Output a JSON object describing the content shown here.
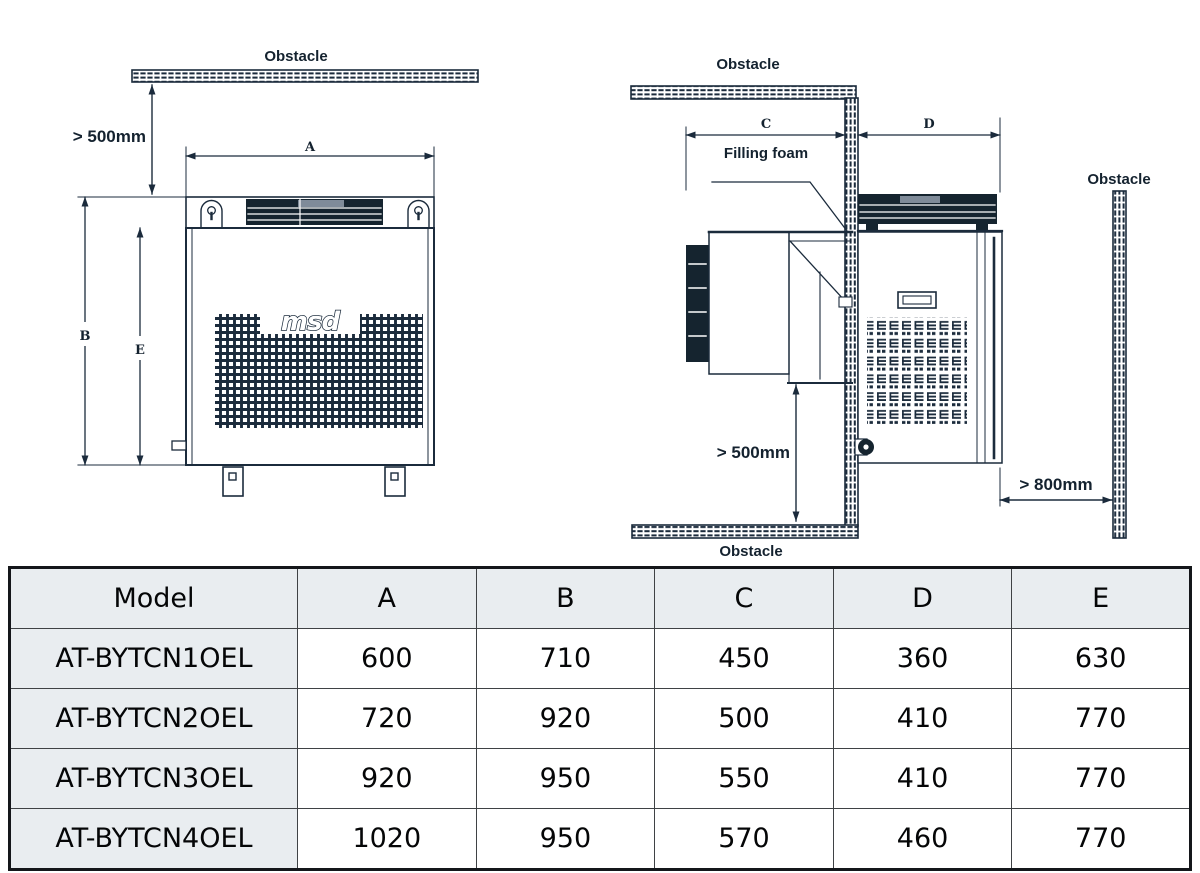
{
  "page": {
    "ink": "#1b2b3c",
    "fill_dark": "#15242f",
    "table_header_bg": "#e9edf0"
  },
  "front_view": {
    "obstacle_top_label": "Obstacle",
    "clearance_top_label": "> 500mm",
    "dim_width_label": "A",
    "dim_height_outer_label": "B",
    "dim_height_inner_label": "E",
    "logo_text": "msd"
  },
  "side_view": {
    "obstacle_top_label": "Obstacle",
    "obstacle_bottom_label": "Obstacle",
    "obstacle_right_label": "Obstacle",
    "filling_foam_label": "Filling foam",
    "dim_inside_label": "C",
    "dim_outside_label": "D",
    "clearance_bottom_label": "> 500mm",
    "clearance_right_label": "> 800mm"
  },
  "table": {
    "columns": [
      "Model",
      "A",
      "B",
      "C",
      "D",
      "E"
    ],
    "rows": [
      [
        "AT-BYTCN1OEL",
        "600",
        "710",
        "450",
        "360",
        "630"
      ],
      [
        "AT-BYTCN2OEL",
        "720",
        "920",
        "500",
        "410",
        "770"
      ],
      [
        "AT-BYTCN3OEL",
        "920",
        "950",
        "550",
        "410",
        "770"
      ],
      [
        "AT-BYTCN4OEL",
        "1020",
        "950",
        "570",
        "460",
        "770"
      ]
    ]
  }
}
